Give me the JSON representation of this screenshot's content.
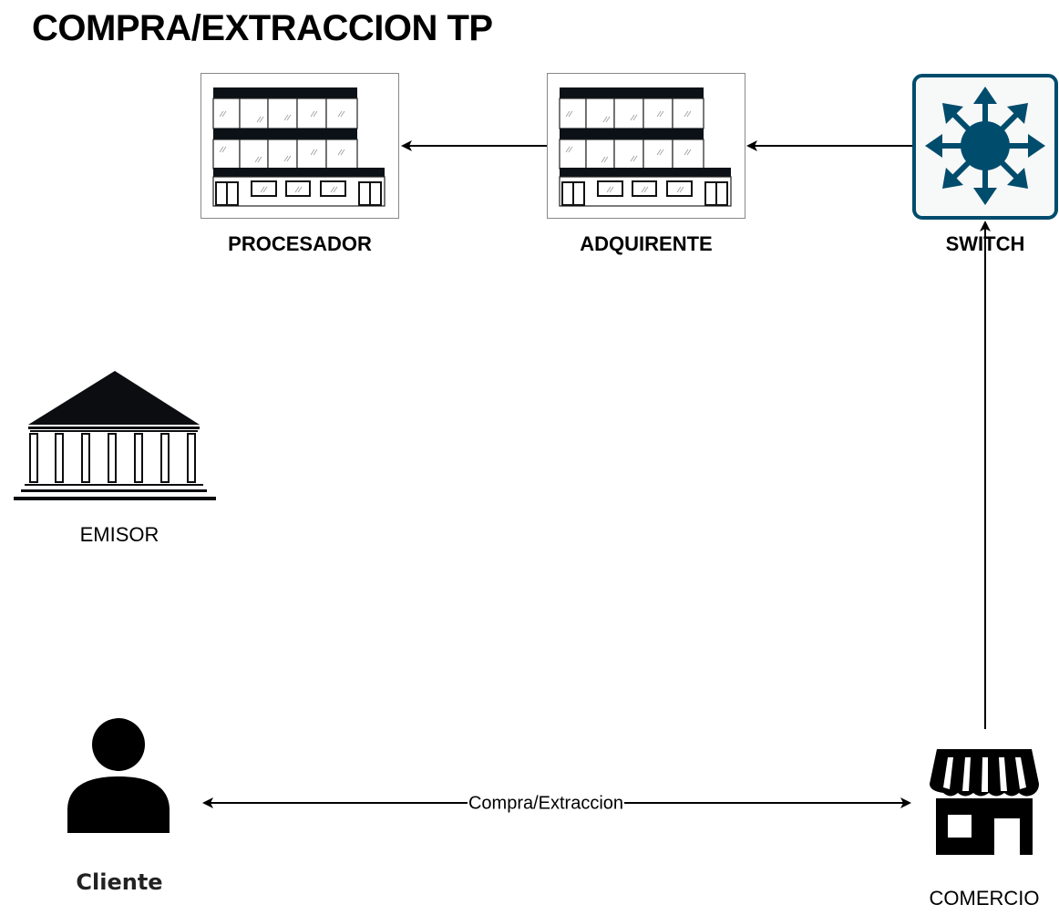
{
  "title": "COMPRA/EXTRACCION TP",
  "nodes": {
    "procesador": {
      "label": "PROCESADOR",
      "icon": "office-building-icon"
    },
    "adquirente": {
      "label": "ADQUIRENTE",
      "icon": "office-building-icon"
    },
    "switch": {
      "label": "SWITCH",
      "icon": "network-switch-icon",
      "color": "#004C6C"
    },
    "emisor": {
      "label": "EMISOR",
      "icon": "bank-icon"
    },
    "cliente": {
      "label": "Cliente",
      "icon": "user-icon"
    },
    "comercio": {
      "label": "COMERCIO",
      "icon": "storefront-icon"
    }
  },
  "edges": {
    "compra": {
      "label": "Compra/Extraccion"
    }
  }
}
